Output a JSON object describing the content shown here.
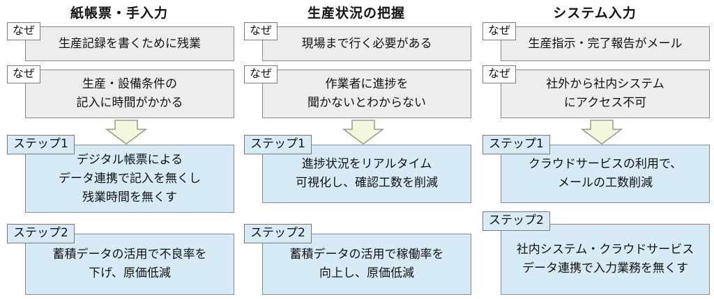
{
  "columns": [
    {
      "title": "紙帳票・手入力",
      "why_tags": [
        "なぜ",
        "なぜ"
      ],
      "whys": [
        "生産記録を書くために残業",
        "生産・設備条件の\n記入に時間がかかる"
      ],
      "steps": [
        {
          "tag": "ステップ1",
          "text": "デジタル帳票による\nデータ連携で記入を無くし\n残業時間を無くす"
        },
        {
          "tag": "ステップ2",
          "text": "蓄積データの活用で不良率を\n下げ、原価低減"
        }
      ]
    },
    {
      "title": "生産状況の把握",
      "why_tags": [
        "なぜ",
        "なぜ"
      ],
      "whys": [
        "現場まで行く必要がある",
        "作業者に進捗を\n聞かないとわからない"
      ],
      "steps": [
        {
          "tag": "ステップ1",
          "text": "進捗状況をリアルタイム\n可視化し、確認工数を削減"
        },
        {
          "tag": "ステップ2",
          "text": "蓄積データの活用で稼働率を\n向上し、原価低減"
        }
      ]
    },
    {
      "title": "システム入力",
      "why_tags": [
        "なぜ",
        "なぜ"
      ],
      "whys": [
        "生産指示・完了報告がメール",
        "社外から社内システム\nにアクセス不可"
      ],
      "steps": [
        {
          "tag": "ステップ1",
          "text": "クラウドサービスの利用で、\nメールの工数削減"
        },
        {
          "tag": "ステップ2",
          "text": "社内システム・クラウドサービス\nデータ連携で入力業務を無くす"
        }
      ]
    }
  ],
  "colors": {
    "why_bg": "#ededed",
    "step_bg": "#d6ebf5",
    "arrow_fill": "#f5f7dc",
    "arrow_stroke": "#9a9a8a"
  }
}
